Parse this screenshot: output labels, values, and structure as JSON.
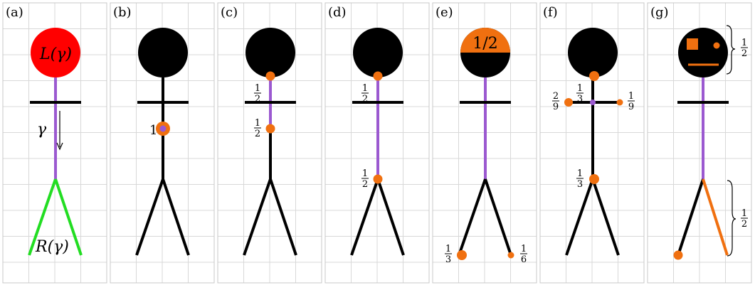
{
  "panels": [
    {
      "label": "(a)"
    },
    {
      "label": "(b)"
    },
    {
      "label": "(c)"
    },
    {
      "label": "(d)"
    },
    {
      "label": "(e)"
    },
    {
      "label": "(f)"
    },
    {
      "label": "(g)"
    }
  ],
  "annotations": {
    "a_head": "L(γ)",
    "a_gamma": "γ",
    "a_legs": "R(γ)",
    "b_one": "1",
    "e_head": "1/2"
  },
  "fractions": {
    "half": {
      "num": "1",
      "den": "2"
    },
    "third": {
      "num": "1",
      "den": "3"
    },
    "sixth": {
      "num": "1",
      "den": "6"
    },
    "two_ninths": {
      "num": "2",
      "den": "9"
    },
    "ninth": {
      "num": "1",
      "den": "9"
    }
  },
  "colors": {
    "black": "#000000",
    "red": "#ff0000",
    "purple": "#9b59d0",
    "orange": "#f07010",
    "green": "#22dd22",
    "grid": "#d8d8d8"
  }
}
